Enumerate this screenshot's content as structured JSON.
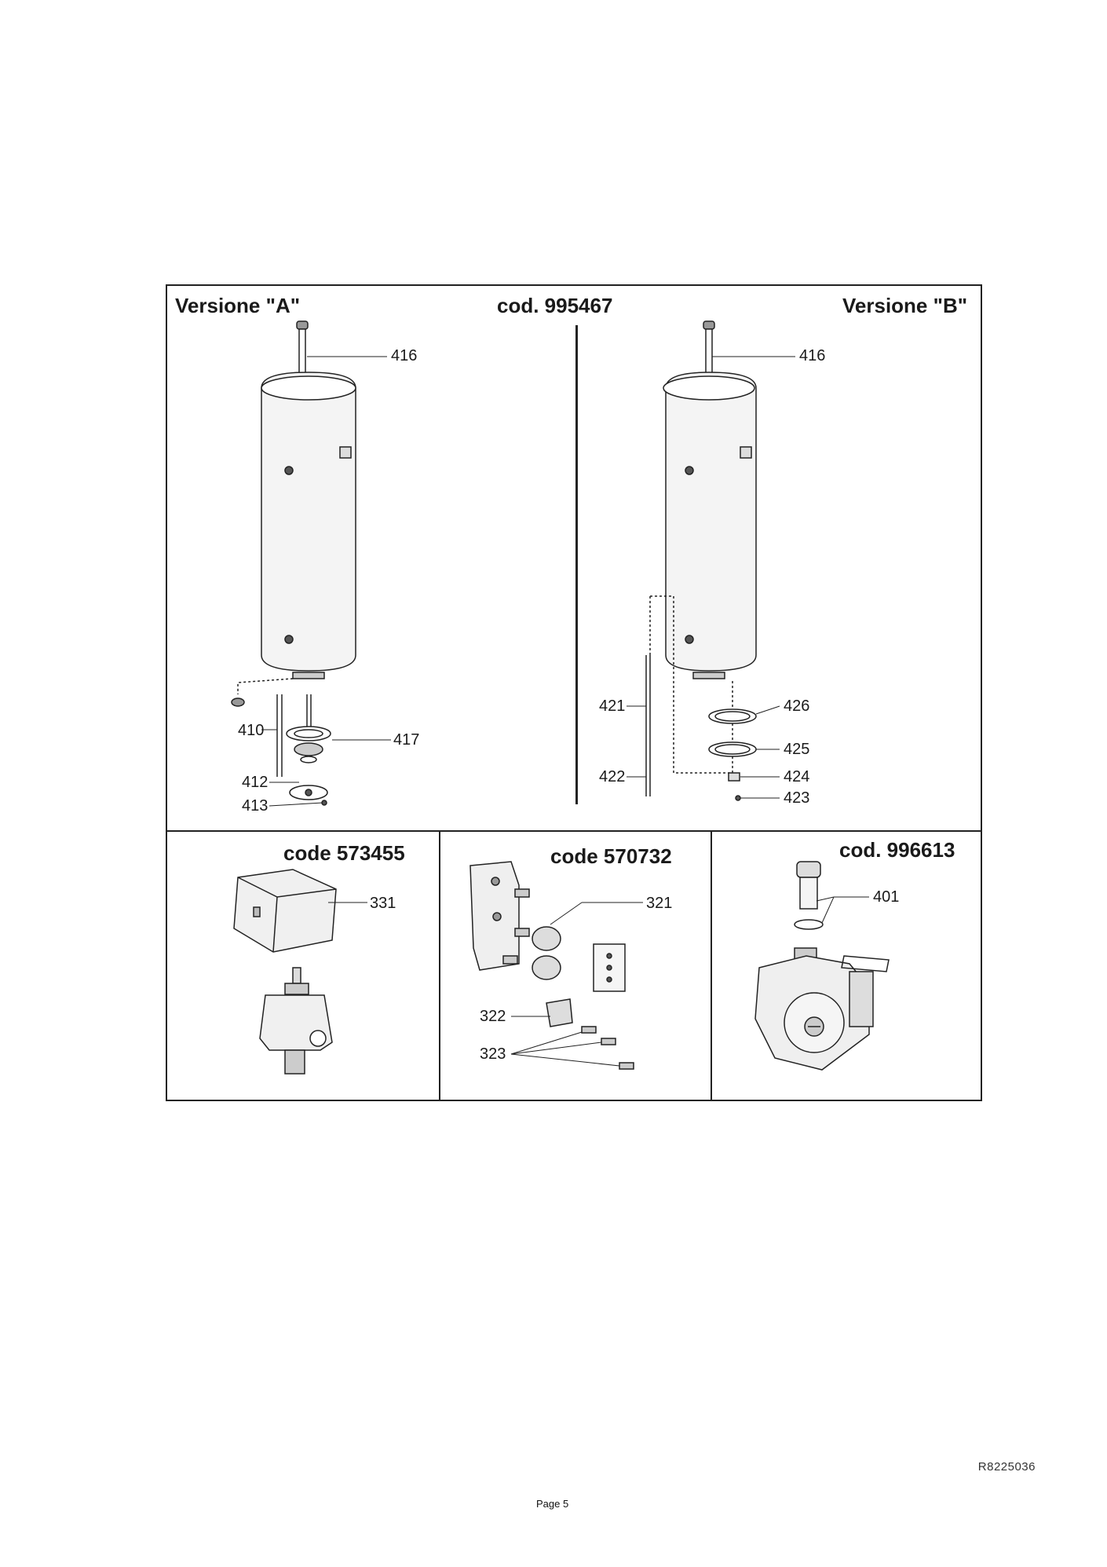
{
  "top": {
    "title_left": "Versione \"A\"",
    "title_center": "cod. 995467",
    "title_right": "Versione \"B\"",
    "version_a_refs": {
      "r416": "416",
      "r410": "410",
      "r417": "417",
      "r412": "412",
      "r413": "413"
    },
    "version_b_refs": {
      "r416": "416",
      "r421": "421",
      "r426": "426",
      "r425": "425",
      "r422": "422",
      "r424": "424",
      "r423": "423"
    }
  },
  "panels": [
    {
      "title": "code 573455",
      "refs": [
        "331"
      ]
    },
    {
      "title": "code 570732",
      "refs": [
        "321",
        "322",
        "323"
      ]
    },
    {
      "title": "cod. 996613",
      "refs": [
        "401"
      ]
    }
  ],
  "footer": {
    "doc_code": "R8225036",
    "page": "Page 5"
  }
}
